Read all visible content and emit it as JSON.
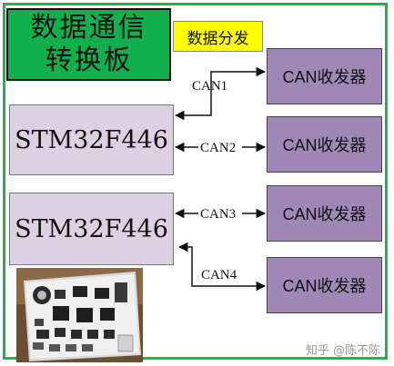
{
  "title": {
    "line1": "数据通信",
    "line2": "转换板"
  },
  "distribution_label": "数据分发",
  "mcu": [
    {
      "label": "STM32F446"
    },
    {
      "label": "STM32F446"
    }
  ],
  "transceivers": [
    {
      "label": "CAN收发器"
    },
    {
      "label": "CAN收发器"
    },
    {
      "label": "CAN收发器"
    },
    {
      "label": "CAN收发器"
    }
  ],
  "links": [
    {
      "label": "CAN1"
    },
    {
      "label": "CAN2"
    },
    {
      "label": "CAN3"
    },
    {
      "label": "CAN4"
    }
  ],
  "watermark": "知乎 @陈不陈",
  "colors": {
    "frame": "#22b14c",
    "title_bg": "#10b04f",
    "distribution_bg": "#ffff00",
    "mcu_bg": "#ddd0e3",
    "transceiver_bg": "#9f88b6"
  }
}
